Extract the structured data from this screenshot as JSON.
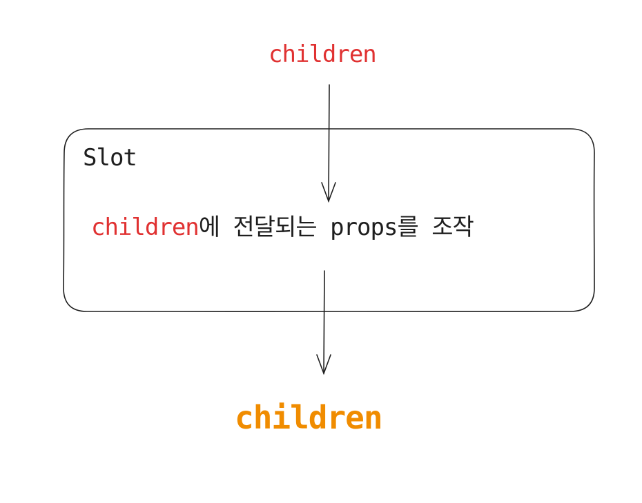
{
  "diagram": {
    "input": {
      "text": "children",
      "color": "#e03131"
    },
    "slot": {
      "title": "Slot",
      "description": {
        "highlight": "children",
        "highlight_color": "#e03131",
        "suffix": "에 전달되는 props를 조작"
      }
    },
    "output": {
      "text": "children",
      "color": "#f08c00"
    },
    "stroke_color": "#1e1e1e"
  }
}
